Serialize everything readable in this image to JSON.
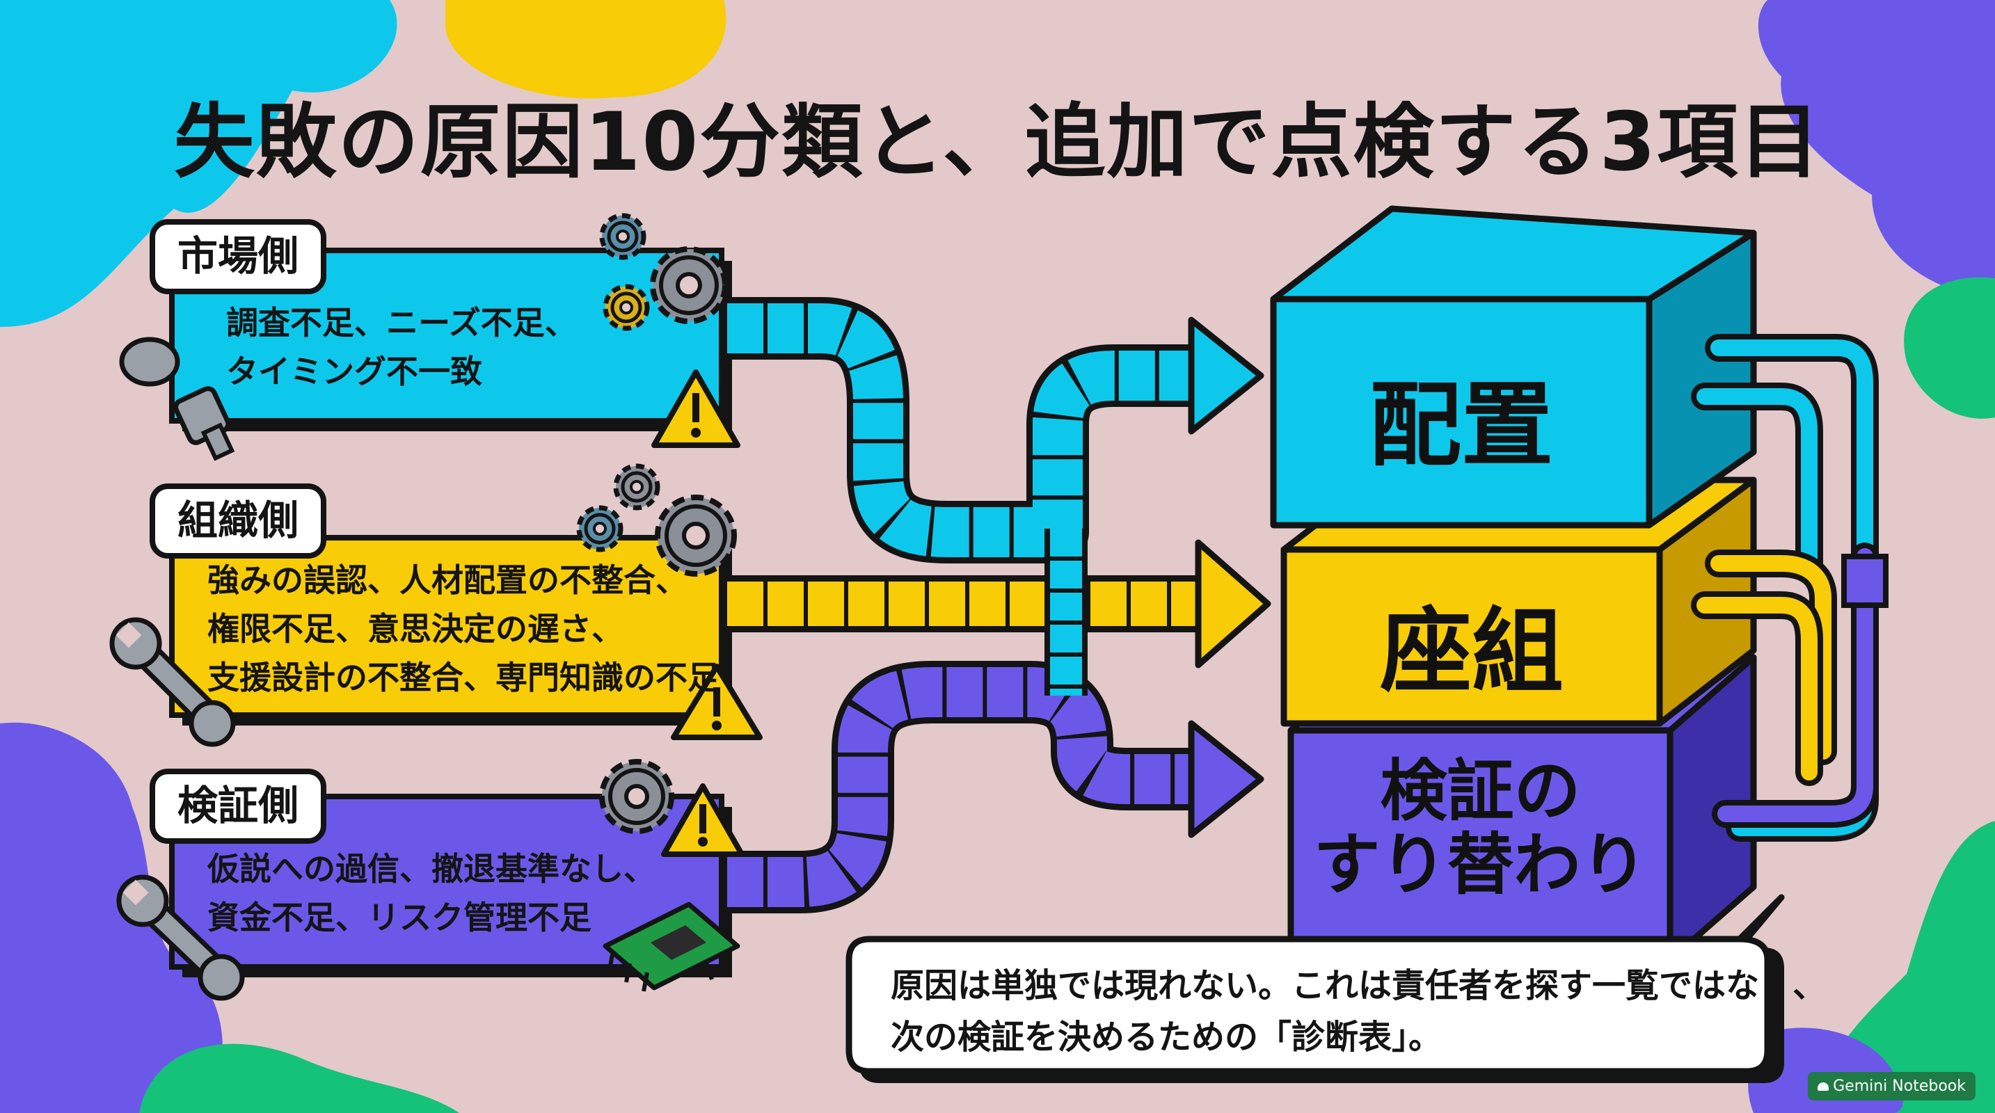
{
  "title": "失敗の原因10分類と、追加で点検する3項目",
  "categories": [
    {
      "label": "市場側",
      "lines": [
        "調査不足、ニーズ不足、",
        "タイミング不一致"
      ]
    },
    {
      "label": "組織側",
      "lines": [
        "強みの誤認、人材配置の不整合、",
        "権限不足、意思決定の遅さ、",
        "支援設計の不整合、専門知識の不足"
      ]
    },
    {
      "label": "検証側",
      "lines": [
        "仮説への過信、撤退基準なし、",
        "資金不足、リスク管理不足"
      ]
    }
  ],
  "check_items": [
    {
      "lines": [
        "配置"
      ]
    },
    {
      "lines": [
        "座組"
      ]
    },
    {
      "lines": [
        "検証の",
        "すり替わり"
      ]
    }
  ],
  "note": {
    "lines": [
      "原因は単独では現れない。これは責任者を探す一覧ではなく、",
      "次の検証を決めるための「診断表」。"
    ]
  },
  "watermark": "Gemini Notebook",
  "colors": {
    "cyan": "#0ec8ec",
    "yellow": "#f8cc06",
    "purple": "#6b58e9",
    "green": "#14c27a",
    "background": "#e3c9ca",
    "ink": "#141414"
  }
}
